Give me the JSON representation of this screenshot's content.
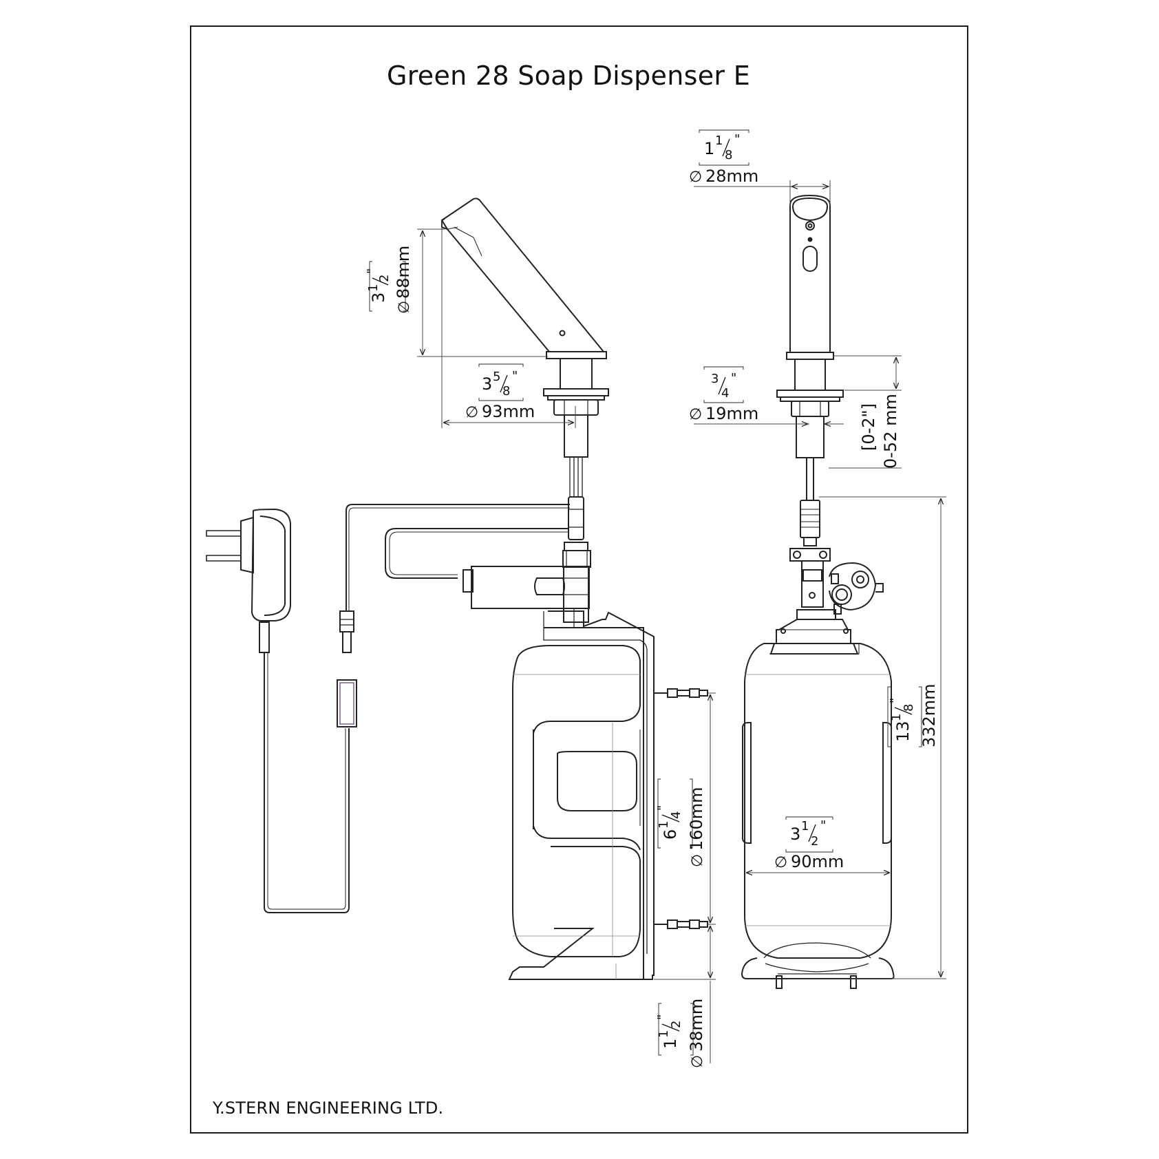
{
  "title": "Green 28 Soap Dispenser E",
  "company": "Y.STERN ENGINEERING LTD.",
  "dimensions": {
    "spout_height": {
      "whole": "3",
      "num": "1",
      "den": "2",
      "unit": "\"",
      "metric": "88mm"
    },
    "spout_reach": {
      "whole": "3",
      "num": "5",
      "den": "8",
      "unit": "\"",
      "metric": "93mm"
    },
    "spout_diameter": {
      "whole": "1",
      "num": "1",
      "den": "8",
      "unit": "\"",
      "metric": "28mm"
    },
    "shank_diameter": {
      "whole": "",
      "num": "3",
      "den": "4",
      "unit": "\"",
      "metric": "19mm"
    },
    "deck_range": {
      "imperial": "[0-2\"]",
      "metric": "0-52 mm"
    },
    "mount_spacing": {
      "whole": "6",
      "num": "1",
      "den": "4",
      "unit": "\"",
      "metric": "160mm"
    },
    "base_offset": {
      "whole": "1",
      "num": "1",
      "den": "2",
      "unit": "\"",
      "metric": "38mm"
    },
    "total_height": {
      "whole": "13",
      "num": "1",
      "den": "8",
      "unit": "\"",
      "metric": "332mm"
    },
    "tank_diameter": {
      "whole": "3",
      "num": "1",
      "den": "2",
      "unit": "\"",
      "metric": "90mm"
    }
  }
}
